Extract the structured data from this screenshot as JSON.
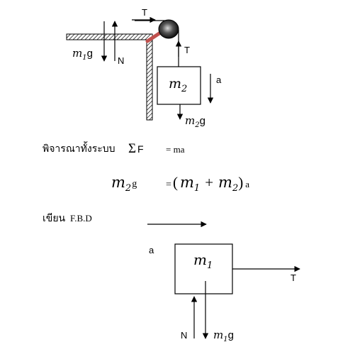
{
  "top_diagram": {
    "tension_top": "T",
    "tension_right": "T",
    "m1g": {
      "m": "m",
      "sub": "1",
      "g": "g"
    },
    "normal": "N",
    "mass2": {
      "m": "m",
      "sub": "2"
    },
    "accel": "a",
    "m2g": {
      "m": "m",
      "sub": "2",
      "g": "g"
    }
  },
  "system_line": {
    "thai_text": "พิจารณาทั้งระบบ",
    "sigma": "Σ",
    "F": "F",
    "eq": "= ma"
  },
  "equation": {
    "lhs_m": "m",
    "lhs_sub": "2",
    "lhs_g": "g",
    "eq": "=",
    "lparen": "(",
    "m1": "m",
    "m1_sub": "1",
    "plus": "+",
    "m2": "m",
    "m2_sub": "2",
    "rparen": ")",
    "a": "a"
  },
  "fbd_heading": {
    "thai_text": "เขียน",
    "label": "F.B.D"
  },
  "fbd_diagram": {
    "accel": "a",
    "mass1": {
      "m": "m",
      "sub": "1"
    },
    "tension": "T",
    "normal": "N",
    "m1g": {
      "m": "m",
      "sub": "1",
      "g": "g"
    }
  }
}
